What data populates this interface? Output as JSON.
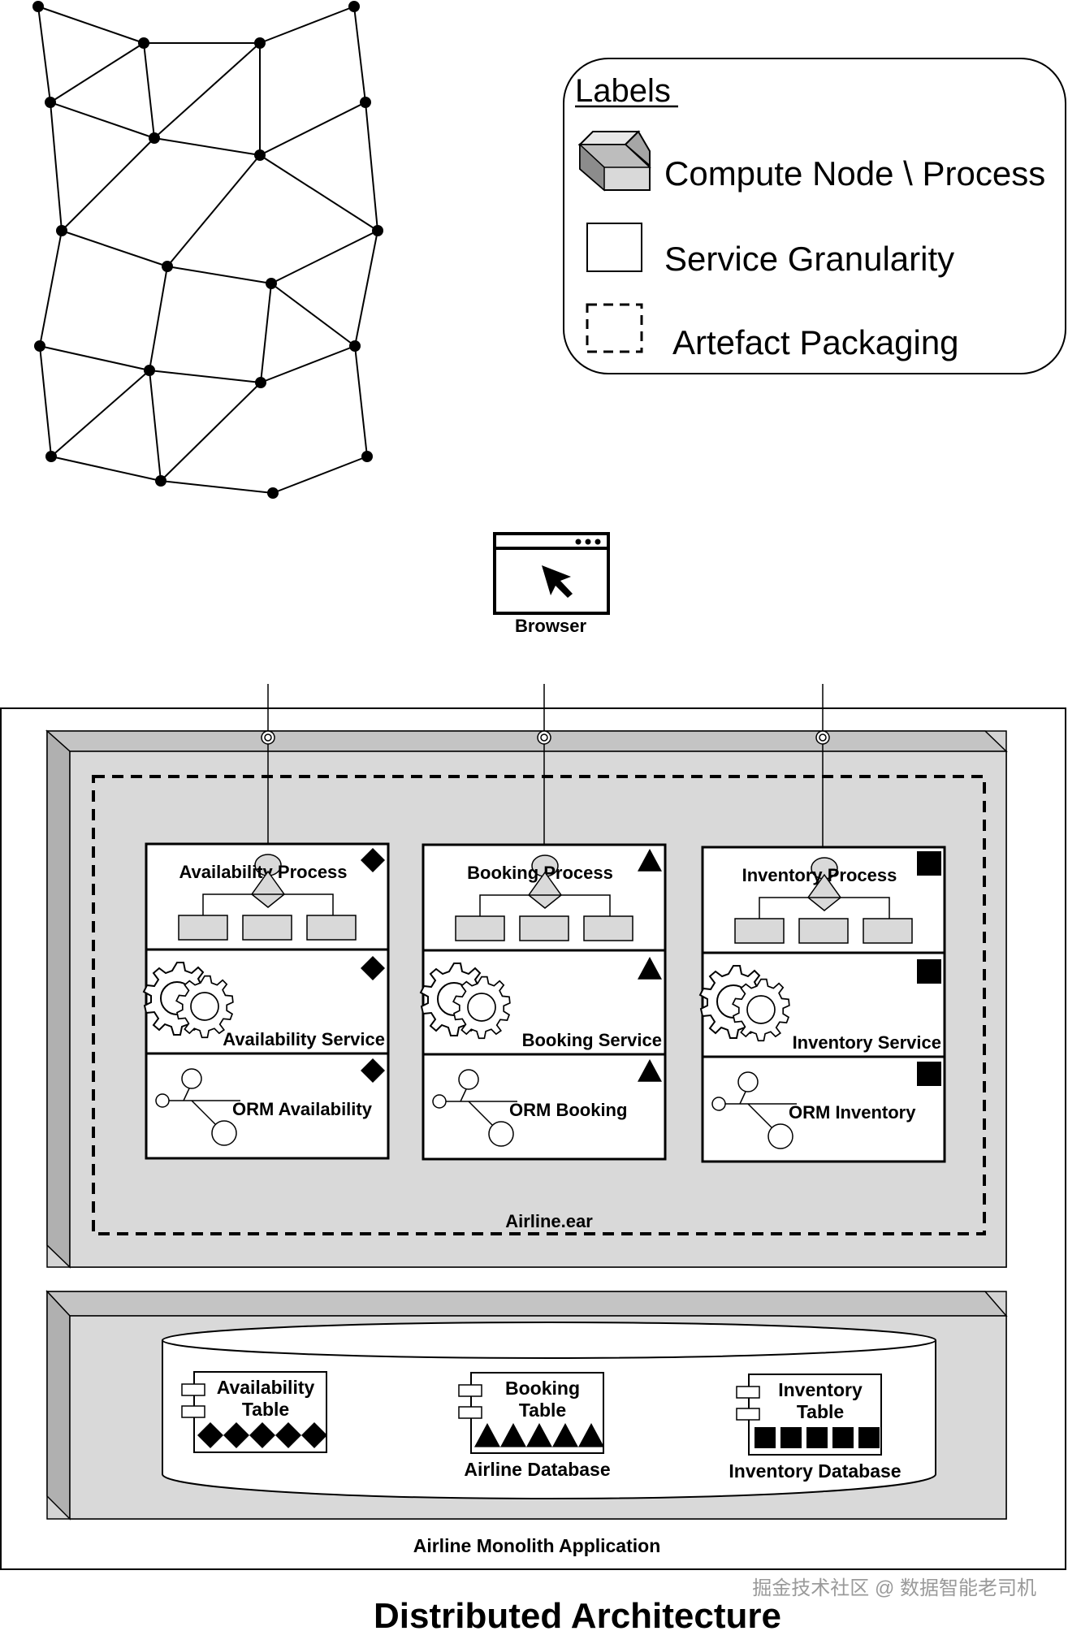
{
  "legend": {
    "title": "Labels",
    "items": [
      {
        "icon": "cube-icon",
        "label": "Compute Node \\ Process"
      },
      {
        "icon": "square-icon",
        "label": "Service Granularity"
      },
      {
        "icon": "dashed-square-icon",
        "label": "Artefact Packaging"
      }
    ]
  },
  "browser": {
    "label": "Browser",
    "icon": "browser-window-icon"
  },
  "app_server": {
    "package_label": "Airline.ear",
    "columns": [
      {
        "id": "availability",
        "marker": "diamond",
        "process_label": "Availability Process",
        "service_label": "Availability Service",
        "orm_label": "ORM Availability"
      },
      {
        "id": "booking",
        "marker": "triangle",
        "process_label": "Booking Process",
        "service_label": "Booking Service",
        "orm_label": "ORM Booking"
      },
      {
        "id": "inventory",
        "marker": "square",
        "process_label": "Inventory Process",
        "service_label": "Inventory Service",
        "orm_label": "ORM Inventory"
      }
    ]
  },
  "db_server": {
    "tables": [
      {
        "id": "availability",
        "marker": "diamond",
        "line1": "Availability",
        "line2": "Table",
        "db_label": ""
      },
      {
        "id": "booking",
        "marker": "triangle",
        "line1": "Booking",
        "line2": "Table",
        "db_label": "Airline Database"
      },
      {
        "id": "inventory",
        "marker": "square",
        "line1": "Inventory",
        "line2": "Table",
        "db_label": "Inventory Database"
      }
    ]
  },
  "app_label": "Airline Monolith Application",
  "watermark": "掘金技术社区 @ 数据智能老司机",
  "footer_title": "Distributed Architecture",
  "colors": {
    "node_fill": "#d9d9d9",
    "node_side": "#bfbfbf",
    "stroke": "#000000"
  }
}
